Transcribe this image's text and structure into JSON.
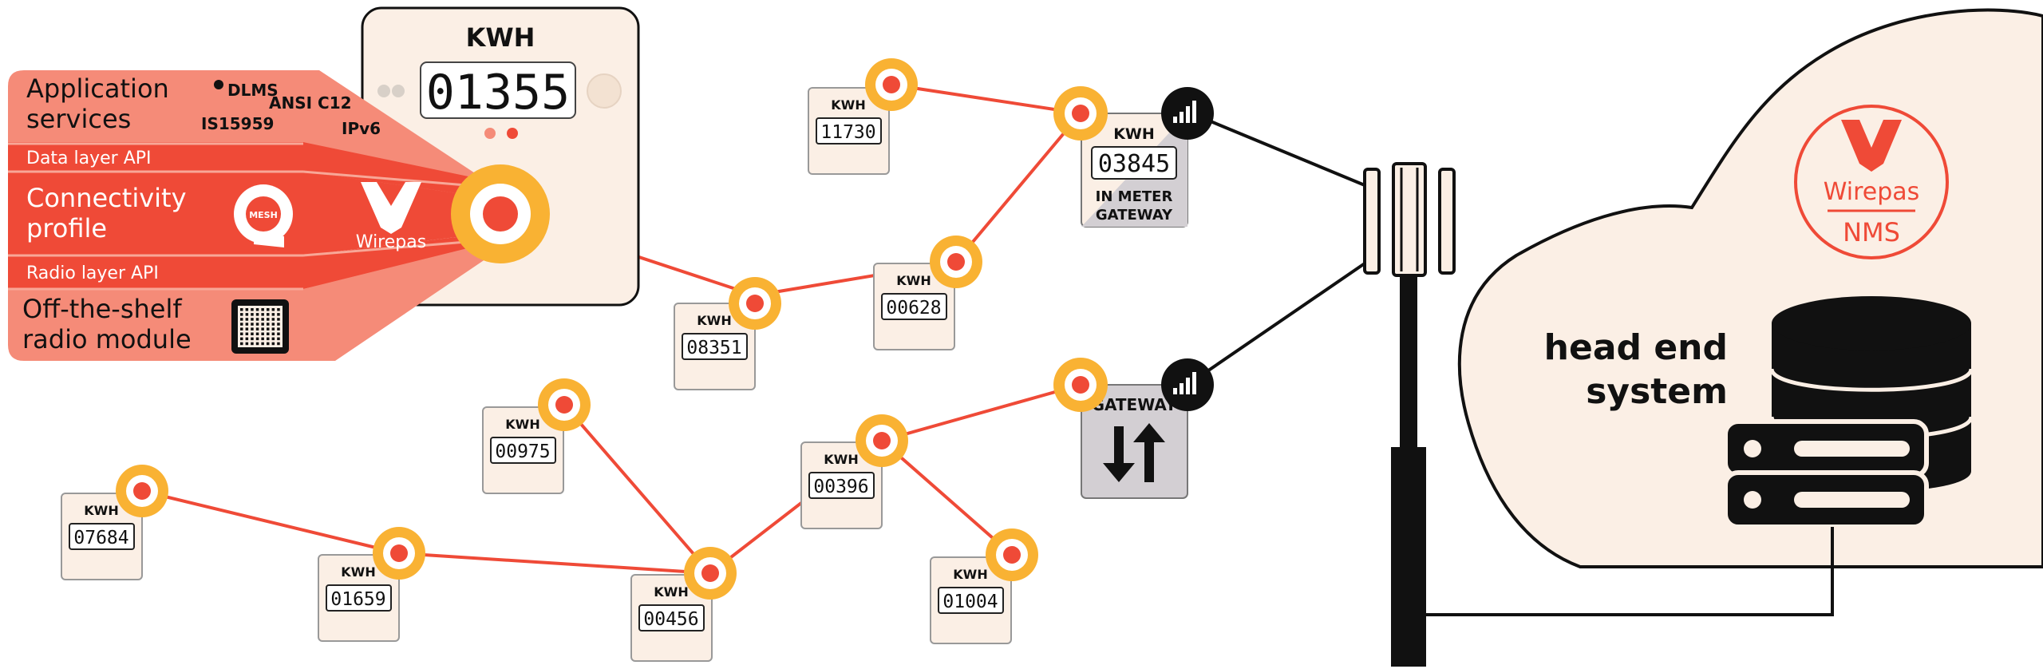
{
  "main_meter": {
    "label": "KWH",
    "reading": "01355"
  },
  "stack": {
    "application_services": "Application services",
    "protocols": [
      "DLMS",
      "ANSI C12",
      "IS15959",
      "IPv6"
    ],
    "data_layer_api": "Data layer API",
    "connectivity_profile": "Connectivity profile",
    "mesh_logo_text": "MESH",
    "wirepas_logo_text": "Wirepas",
    "radio_layer_api": "Radio layer API",
    "radio_module": "Off-the-shelf radio module"
  },
  "meters": [
    {
      "id": "m1",
      "label": "KWH",
      "reading": "11730"
    },
    {
      "id": "m2",
      "label": "KWH",
      "reading": "08351"
    },
    {
      "id": "m3",
      "label": "KWH",
      "reading": "00628"
    },
    {
      "id": "m4",
      "label": "KWH",
      "reading": "00975"
    },
    {
      "id": "m5",
      "label": "KWH",
      "reading": "00396"
    },
    {
      "id": "m6",
      "label": "KWH",
      "reading": "07684"
    },
    {
      "id": "m7",
      "label": "KWH",
      "reading": "01659"
    },
    {
      "id": "m8",
      "label": "KWH",
      "reading": "00456"
    },
    {
      "id": "m9",
      "label": "KWH",
      "reading": "01004"
    }
  ],
  "in_meter_gateway": {
    "label": "KWH",
    "reading": "03845",
    "caption_line1": "IN METER",
    "caption_line2": "GATEWAY"
  },
  "gateway": {
    "label": "GATEWAY"
  },
  "cloud": {
    "wirepas_logo": "Wirepas",
    "nms_label": "NMS",
    "head_end_line1": "head end",
    "head_end_line2": "system"
  },
  "colors": {
    "accent_red": "#ef4a37",
    "salmon": "#f58b78",
    "light_salmon": "#f8a797",
    "cream": "#fbefe5",
    "ring_yellow": "#f9b233",
    "dark": "#111111",
    "gateway_grey": "#d3cfd3"
  },
  "icons": [
    "signal-icon",
    "antenna-tower-icon",
    "database-icon",
    "server-icon",
    "arrows-up-down-icon",
    "radio-chip-icon",
    "mesh-logo-icon",
    "wirepas-logo-icon"
  ]
}
